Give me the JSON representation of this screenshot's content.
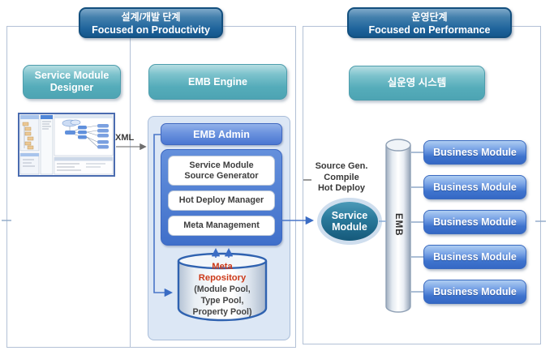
{
  "colors": {
    "header_blue": "#1f649c",
    "teal": "#55acba",
    "module_blue": "#3c72cd",
    "panel_blue": "#4a78d0",
    "meta_red": "#cc3a1a",
    "halo_blue": "#cfdeee"
  },
  "design_section": {
    "badge_title": "설계/개발 단계",
    "badge_subtitle": "Focused on Productivity",
    "designer_box": "Service Module\nDesigner",
    "engine_box": "EMB Engine",
    "xml_label": "XML",
    "admin_box": "EMB Admin",
    "admin_modules": [
      "Service Module\nSource Generator",
      "Hot Deploy Manager",
      "Meta Management"
    ],
    "meta_repo_title": "Meta\nRepository",
    "meta_repo_detail": "(Module Pool,\nType Pool,\nProperty Pool)"
  },
  "flow": {
    "steps_label": "Source Gen.\nCompile\nHot Deploy",
    "service_module": "Service\nModule"
  },
  "operation_section": {
    "badge_title": "운영단계",
    "badge_subtitle": "Focused on Performance",
    "system_box": "실운영 시스템",
    "emb_bar": "EMB",
    "business_modules": [
      "Business Module",
      "Business Module",
      "Business Module",
      "Business Module",
      "Business Module"
    ]
  }
}
